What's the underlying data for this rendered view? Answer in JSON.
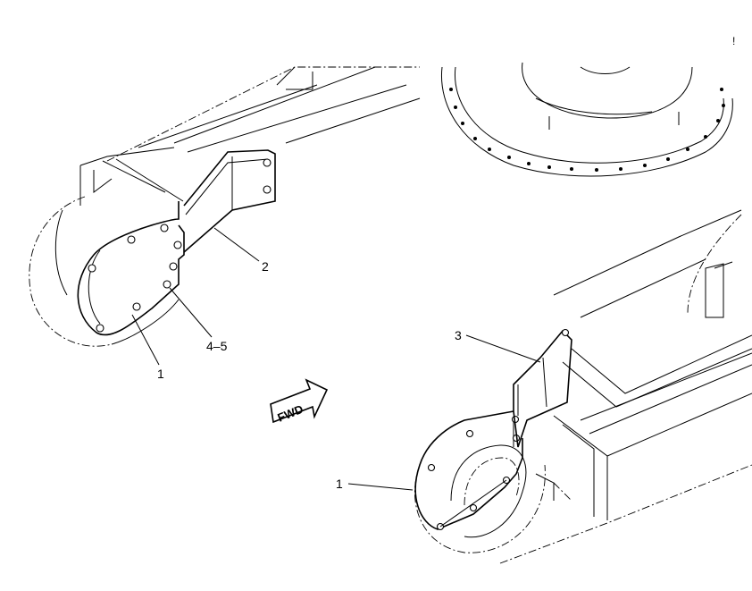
{
  "callouts": {
    "left_cover": "1",
    "left_bracket": "2",
    "left_bolts": "4–5",
    "right_cover": "1",
    "right_bracket": "3"
  },
  "direction_arrow": {
    "label": "FWD",
    "icon": "forward-arrow-icon"
  },
  "corner_mark": "!",
  "colors": {
    "line": "#000000",
    "background": "#ffffff"
  }
}
